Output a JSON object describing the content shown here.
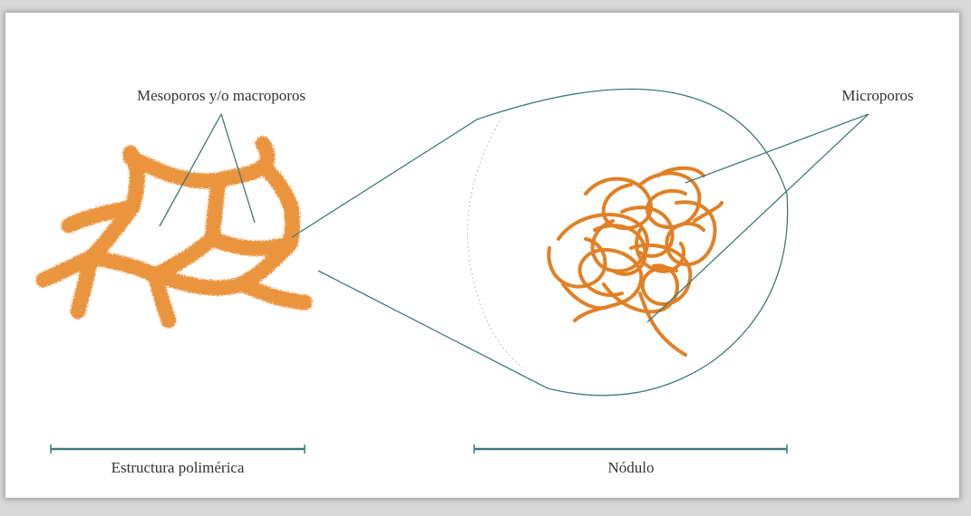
{
  "labels": {
    "mesopores": "Mesoporos y/o macroporos",
    "micropores": "Microporos",
    "polymer_structure": "Estructura polimérica",
    "nodule": "Nódulo"
  },
  "colors": {
    "network": "#e8892c",
    "strand": "#e07a1a",
    "leader": "#3f7a78",
    "scale_bar": "#3f7a78",
    "text": "#333333"
  }
}
